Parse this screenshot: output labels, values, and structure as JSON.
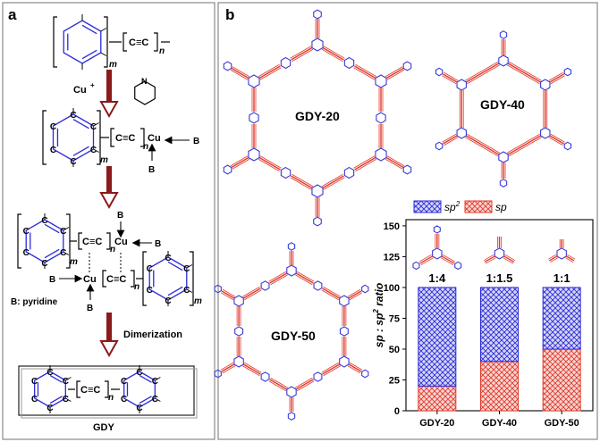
{
  "panels": {
    "a": {
      "label": "a",
      "cu_reagent": "Cu",
      "cu_charge": "+",
      "repeat_m": "m",
      "repeat_n": "n",
      "alkyne": "C≡C",
      "ring_atom": "C",
      "cu": "Cu",
      "base": "B",
      "legend": "B: pyridine",
      "pyridine_atom": "N",
      "dimerization": "Dimerization",
      "product": "GDY",
      "colors": {
        "ring": "#2b2bd8",
        "alkyne": "#e0301e",
        "arrow": "#8b1a1a",
        "frame": "#555555"
      }
    },
    "b": {
      "label": "b",
      "structures": [
        "GDY-20",
        "GDY-40",
        "GDY-50"
      ],
      "colors": {
        "aromatic": "#3a3ad6",
        "alkyne": "#e03a2a"
      }
    }
  },
  "chart_data": {
    "type": "bar",
    "stacked": true,
    "categories": [
      "GDY-20",
      "GDY-40",
      "GDY-50"
    ],
    "series": [
      {
        "name": "sp",
        "values": [
          20,
          40,
          50
        ],
        "color": "#e03a2a",
        "fill": "#f2b0ad"
      },
      {
        "name": "sp²",
        "values": [
          80,
          60,
          50
        ],
        "color": "#2b2bd8",
        "fill": "#b8b8f0"
      }
    ],
    "bar_labels": [
      "1:4",
      "1:1.5",
      "1:1"
    ],
    "ylabel": "sp : sp² ratio",
    "ylim": [
      0,
      155
    ],
    "yticks": [
      0,
      25,
      50,
      75,
      100,
      125,
      150
    ],
    "legend_position": "top"
  }
}
